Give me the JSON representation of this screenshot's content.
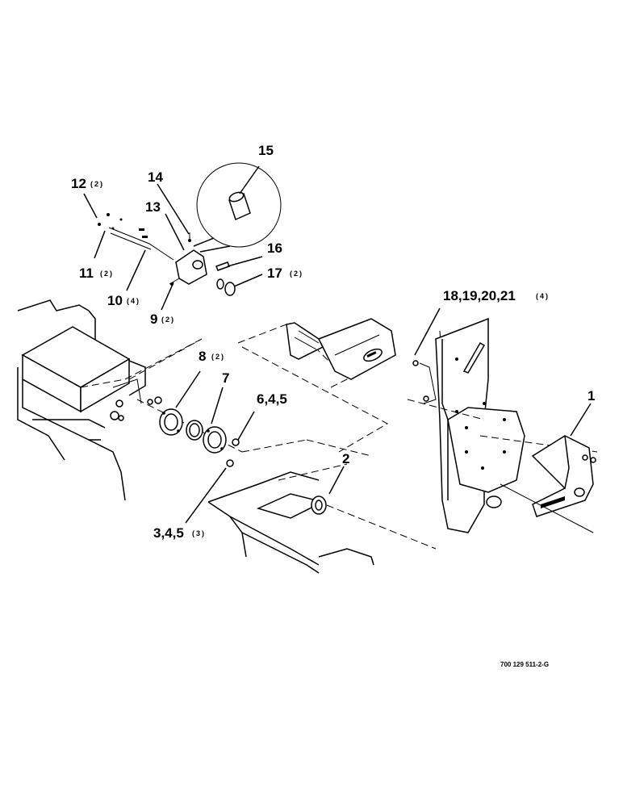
{
  "callouts": {
    "c1": {
      "num": "1",
      "qty": ""
    },
    "c2": {
      "num": "2",
      "qty": ""
    },
    "c345": {
      "num": "3,4,5",
      "qty": "(3)"
    },
    "c645": {
      "num": "6,4,5",
      "qty": ""
    },
    "c7": {
      "num": "7",
      "qty": ""
    },
    "c8": {
      "num": "8",
      "qty": "(2)"
    },
    "c9": {
      "num": "9",
      "qty": "(2)"
    },
    "c10": {
      "num": "10",
      "qty": "(4)"
    },
    "c11": {
      "num": "11",
      "qty": "(2)"
    },
    "c12": {
      "num": "12",
      "qty": "(2)"
    },
    "c13": {
      "num": "13",
      "qty": ""
    },
    "c14": {
      "num": "14",
      "qty": ""
    },
    "c15": {
      "num": "15",
      "qty": ""
    },
    "c16": {
      "num": "16",
      "qty": ""
    },
    "c17": {
      "num": "17",
      "qty": "(2)"
    },
    "c18": {
      "num": "18,19,20,21",
      "qty": "(4)"
    }
  },
  "drawing_ref": "700 129 511-2-G"
}
